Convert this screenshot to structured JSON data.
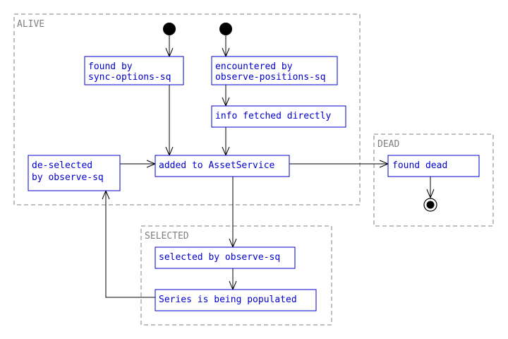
{
  "clusters": {
    "alive": "ALIVE",
    "dead": "DEAD",
    "selected": "SELECTED"
  },
  "states": {
    "found_by_sync": [
      "found by",
      "sync-options-sq"
    ],
    "encountered": [
      "encountered by",
      "observe-positions-sq"
    ],
    "info_fetched": [
      "info fetched directly"
    ],
    "deselected": [
      "de-selected",
      "by observe-sq"
    ],
    "added": [
      "added to AssetService"
    ],
    "found_dead": [
      "found dead"
    ],
    "selected_by": [
      "selected by observe-sq"
    ],
    "series_populated": [
      "Series is being populated"
    ]
  },
  "colors": {
    "state_border": "#0000cc",
    "state_text": "#0000cc",
    "cluster_border": "#7f7f7f",
    "cluster_label": "#7f7f7f",
    "edge": "#000000"
  }
}
